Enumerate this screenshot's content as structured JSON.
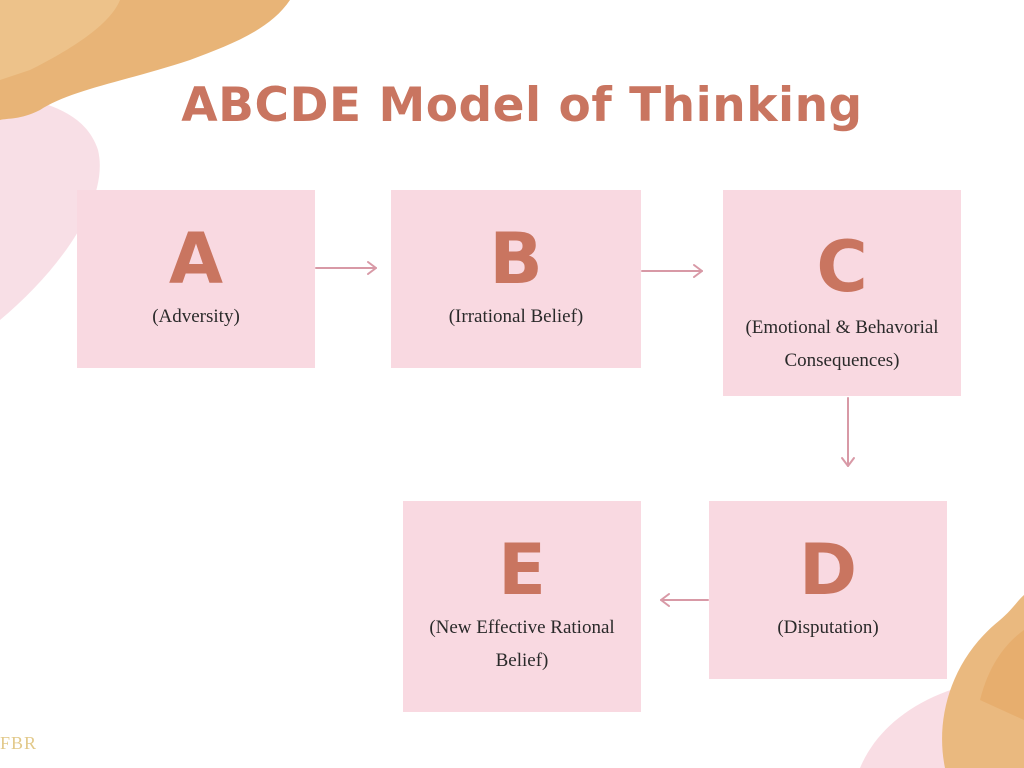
{
  "title": "ABCDE Model of Thinking",
  "colors": {
    "title": "#c97560",
    "box_fill": "#f9d9e1",
    "letter": "#c97560",
    "arrow": "#d899a6",
    "text": "#2a2a2a"
  },
  "boxes": [
    {
      "letter": "A",
      "lines": [
        "(Adversity)"
      ]
    },
    {
      "letter": "B",
      "lines": [
        "(Irrational Belief)"
      ]
    },
    {
      "letter": "C",
      "lines": [
        "(Emotional & Behavorial",
        "Consequences)"
      ]
    },
    {
      "letter": "D",
      "lines": [
        "(Disputation)"
      ]
    },
    {
      "letter": "E",
      "lines": [
        "(New Effective Rational",
        "Belief)"
      ]
    }
  ],
  "flow": [
    "A→B",
    "B→C",
    "C→D",
    "D→E"
  ],
  "watermark": "FBR"
}
